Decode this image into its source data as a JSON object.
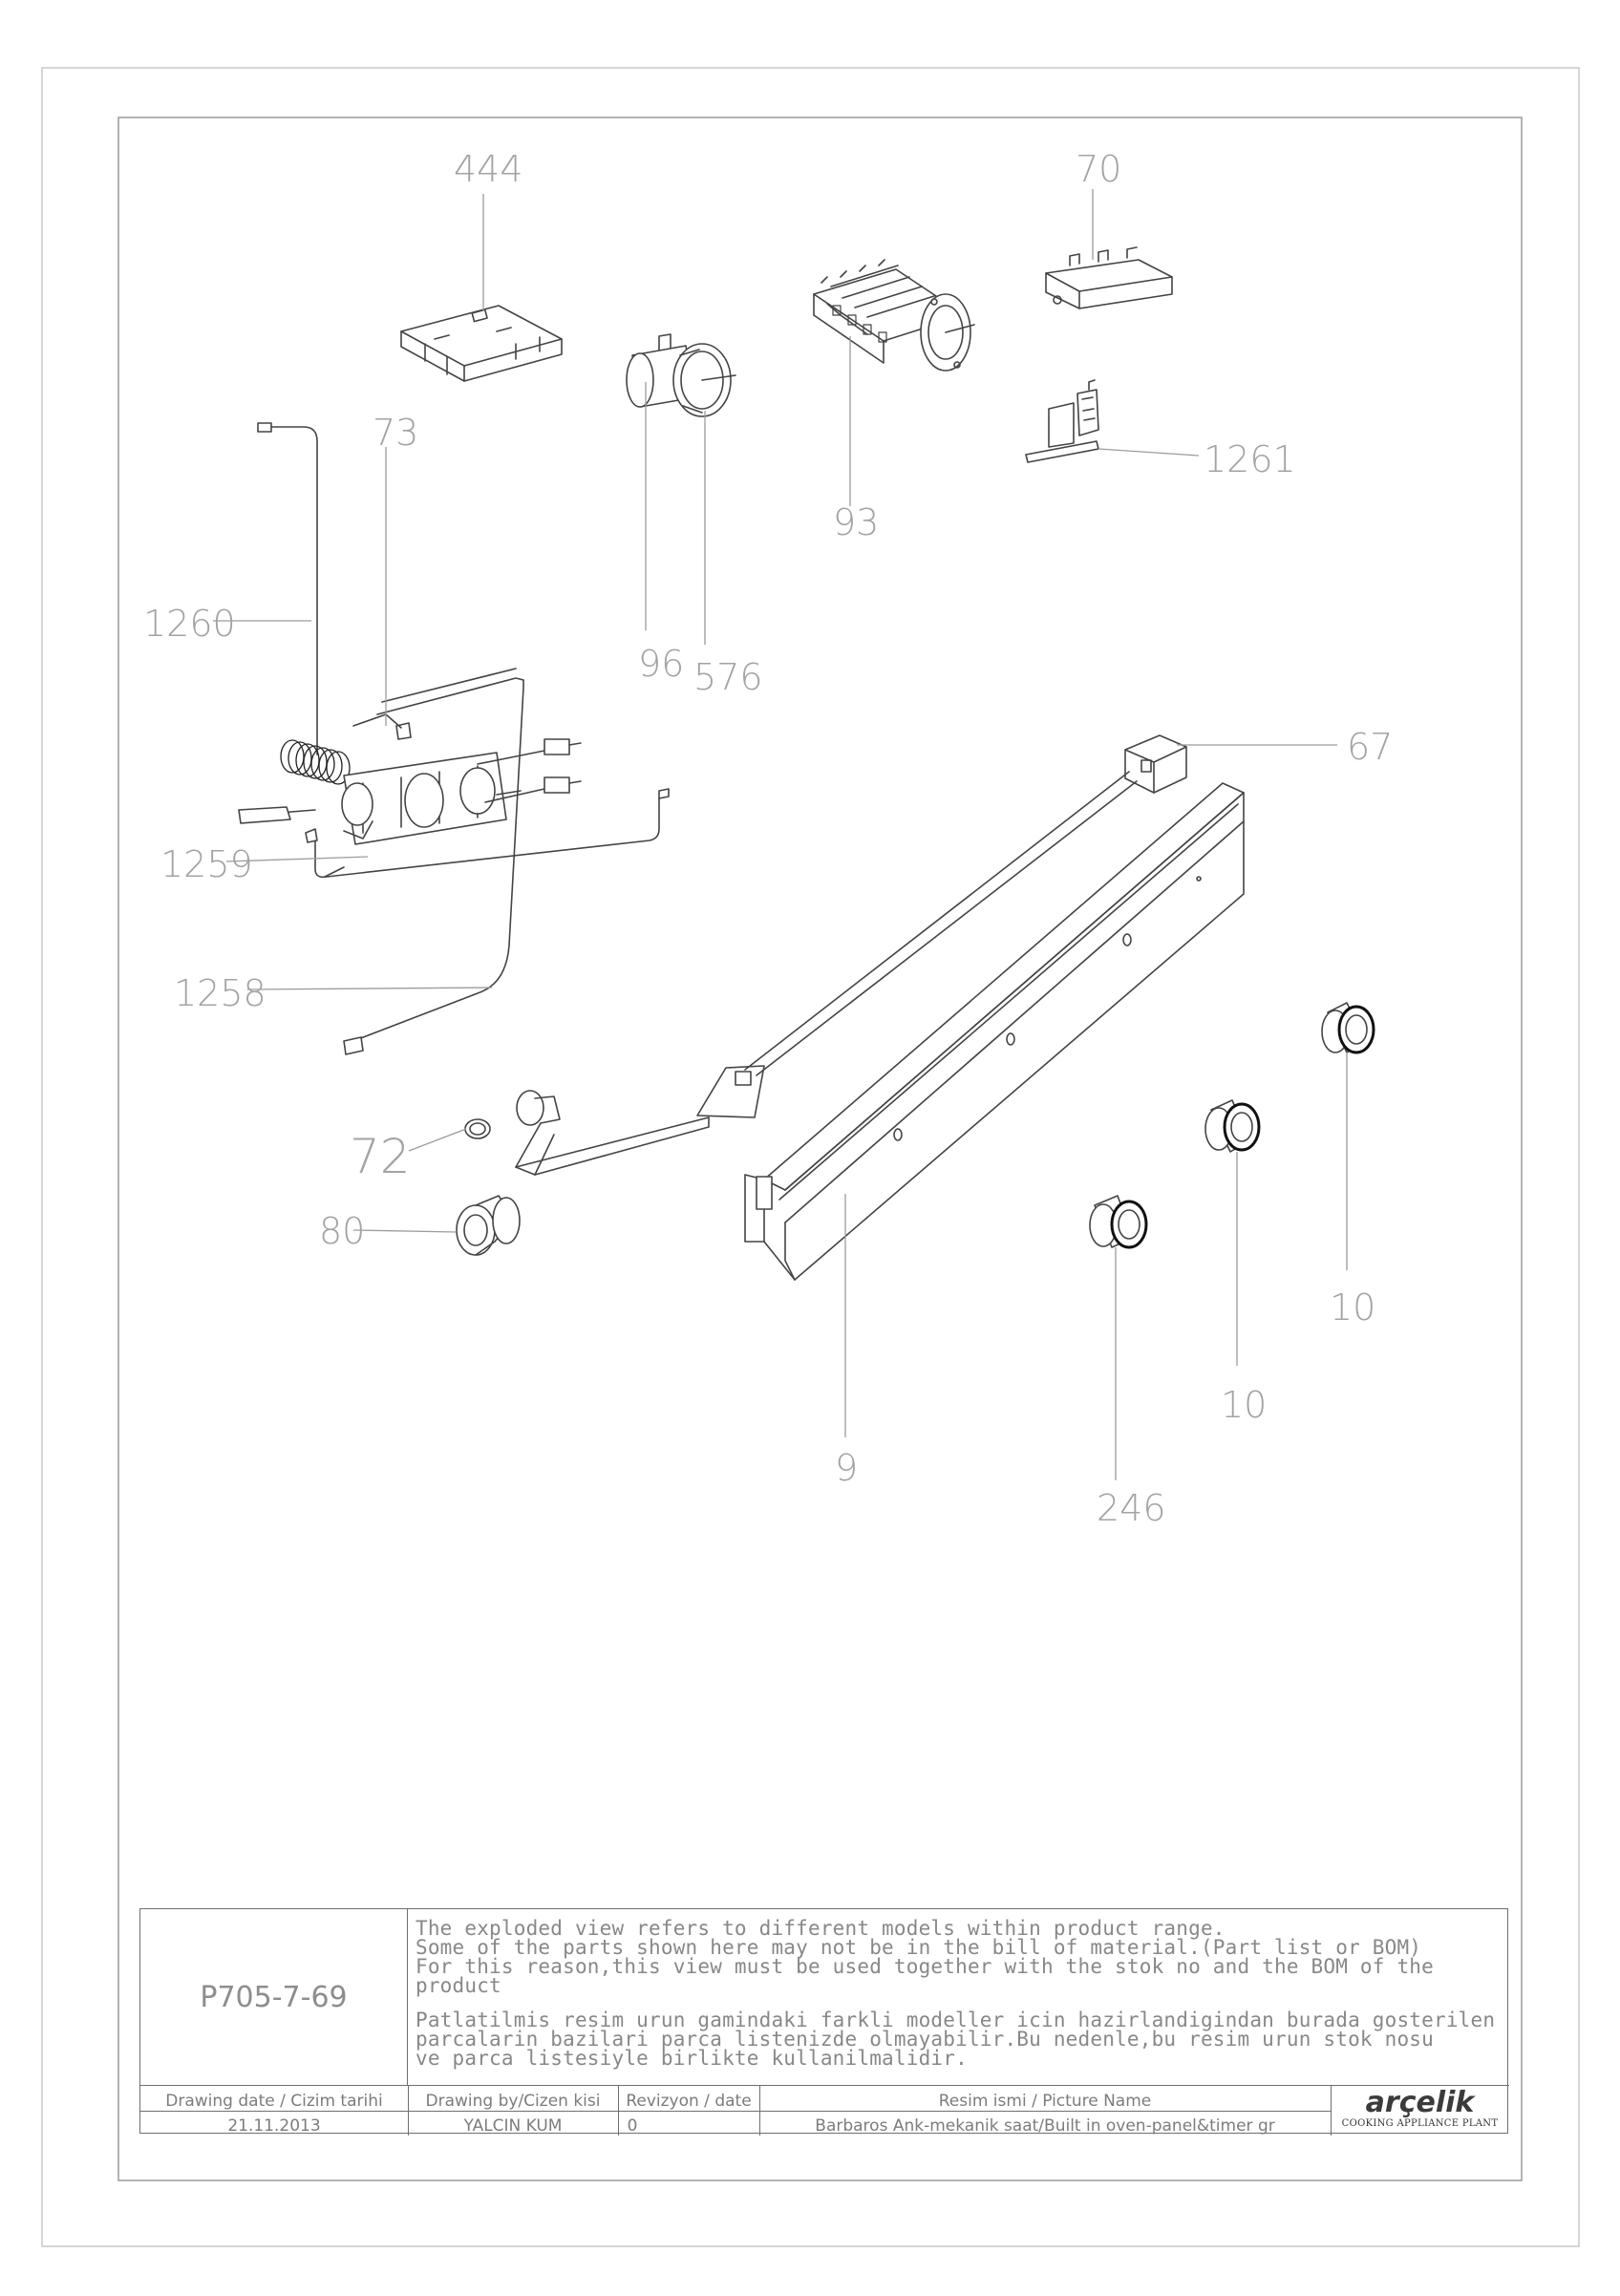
{
  "callouts": {
    "c444": "444",
    "c70": "70",
    "c73": "73",
    "c1261": "1261",
    "c93": "93",
    "c1260": "1260",
    "c96": "96",
    "c576": "576",
    "c67": "67",
    "c1259": "1259",
    "c1258": "1258",
    "c72": "72",
    "c80": "80",
    "c9": "9",
    "c10a": "10",
    "c10b": "10",
    "c246": "246"
  },
  "title_block": {
    "model_code": "P705-7-69",
    "note_en_1": "The exploded view refers to different models within product range.",
    "note_en_2": "Some of the parts shown here may not be in the bill of material.(Part list or BOM)",
    "note_en_3": "For this reason,this view must be used together with the stok no and the BOM of the product",
    "note_tr_1": "Patlatilmis resim urun gamindaki farkli modeller icin hazirlandigindan burada gosterilen",
    "note_tr_2": "parcalarin bazilari parca listenizde olmayabilir.Bu nedenle,bu resim urun stok nosu",
    "note_tr_3": "ve parca listesiyle birlikte kullanilmalidir.",
    "drawing_date_label": "Drawing date / Cizim tarihi",
    "drawing_date": "21.11.2013",
    "drawn_by_label": "Drawing by/Cizen kisi",
    "drawn_by": "YALCIN KUM",
    "revision_label": "Revizyon / date",
    "revision": "0",
    "picture_name_label": "Resim ismi / Picture Name",
    "picture_name": "Barbaros Ank-mekanik saat/Built in oven-panel&timer gr",
    "brand": "arçelik",
    "plant": "COOKING APPLIANCE PLANT"
  }
}
